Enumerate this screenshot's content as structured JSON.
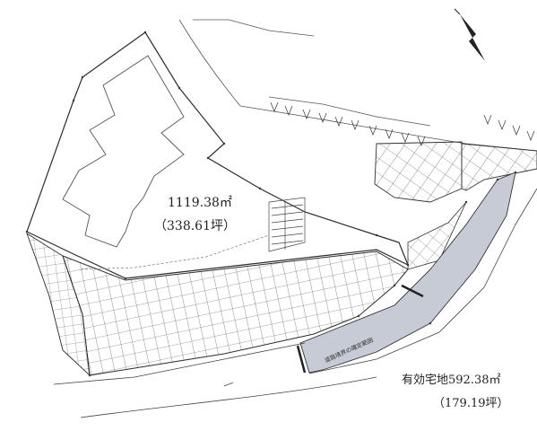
{
  "areas": {
    "total": {
      "value": "1119.38㎡",
      "tsubo": "（338.61坪）"
    },
    "effective": {
      "value": "有効宅地592.38㎡",
      "tsubo": "（179.19坪）"
    }
  },
  "road_note": "道路境界の確定範囲",
  "colors": {
    "line": "#3a3a3a",
    "shade": "#c7cbd6",
    "background": "#ffffff"
  },
  "icons": {
    "north_arrow": "north-arrow-icon",
    "trees": "tree-symbol-icon"
  }
}
